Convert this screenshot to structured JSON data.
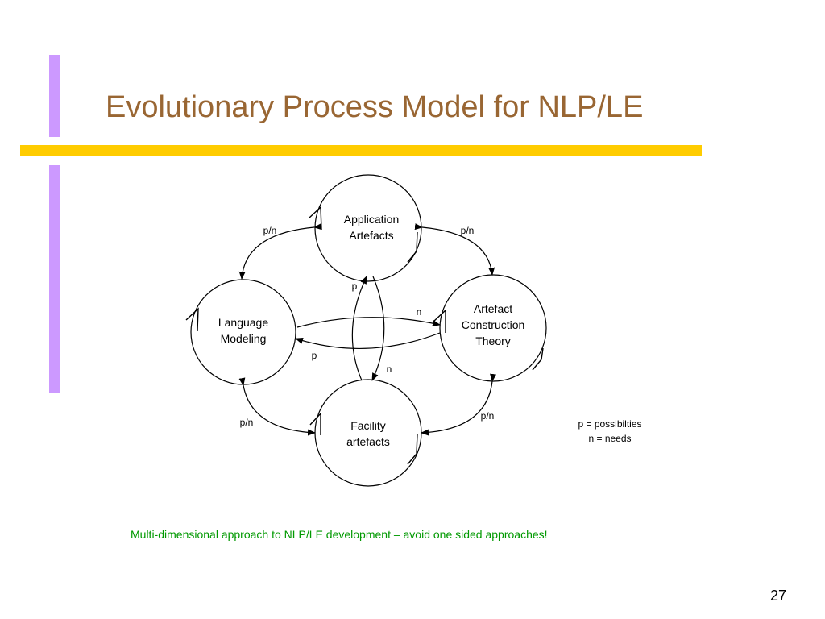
{
  "slide": {
    "title": "Evolutionary Process Model for NLP/LE",
    "note": "Multi-dimensional approach to NLP/LE development – avoid one sided approaches!",
    "page_number": "27",
    "colors": {
      "title": "#996633",
      "accent_bar_vertical": "#CC99FF",
      "accent_bar_horizontal": "#FFCC00",
      "note": "#009900"
    }
  },
  "diagram": {
    "nodes": {
      "application": [
        "Application",
        "Artefacts"
      ],
      "language": [
        "Language",
        "Modeling"
      ],
      "artefact": [
        "Artefact",
        "Construction",
        "Theory"
      ],
      "facility": [
        "Facility",
        "artefacts"
      ]
    },
    "edge_labels": {
      "app_lang": "p/n",
      "app_art": "p/n",
      "lang_fac": "p/n",
      "art_fac": "p/n",
      "vertical_up": "p",
      "vertical_down": "n",
      "horizontal_upper": "n",
      "horizontal_lower": "p"
    },
    "legend": [
      "p = possibilties",
      "n = needs"
    ]
  }
}
